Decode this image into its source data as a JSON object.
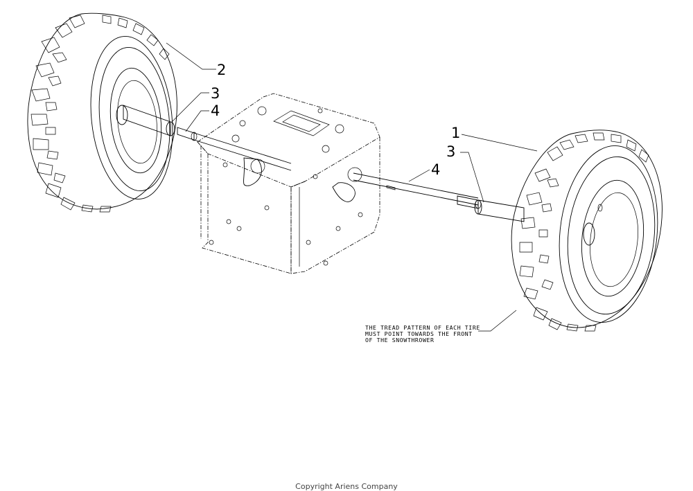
{
  "callouts": {
    "c1": "1",
    "c2": "2",
    "c3_left": "3",
    "c3_right": "3",
    "c4_left": "4",
    "c4_right": "4"
  },
  "note": {
    "line1": "THE TREAD PATTERN OF EACH TIRE",
    "line2": "MUST POINT TOWARDS THE FRONT",
    "line3": "OF THE SNOWTHROWER"
  },
  "footer": "Copyright Ariens Company"
}
